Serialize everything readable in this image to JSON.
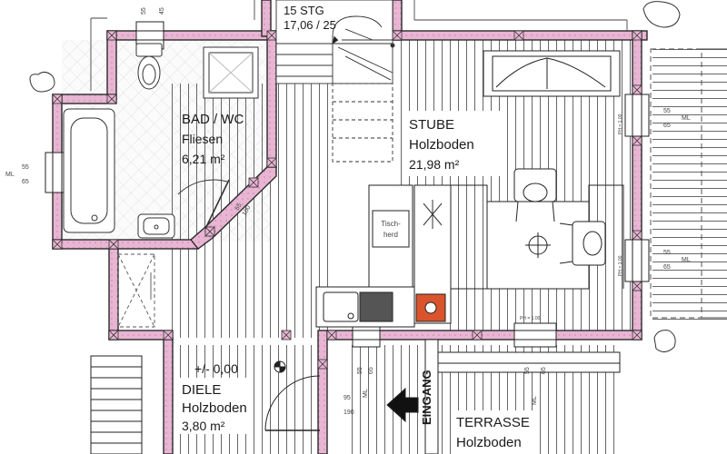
{
  "stairs": {
    "count": "15 STG",
    "ratio": "17,06 / 25"
  },
  "rooms": {
    "bad": {
      "name": "BAD / WC",
      "floor": "Fliesen",
      "area": "6,21 m²"
    },
    "stube": {
      "name": "STUBE",
      "floor": "Holzboden",
      "area": "21,98 m²"
    },
    "diele": {
      "name": "DIELE",
      "floor": "Holzboden",
      "area": "3,80 m²"
    },
    "terrasse": {
      "name": "TERRASSE",
      "floor": "Holzboden"
    }
  },
  "stove": {
    "line1": "Tisch-",
    "line2": "herd"
  },
  "level": "+/- 0,00",
  "entrance": "EINGANG",
  "dims": {
    "top": [
      "55",
      "45"
    ],
    "right_upper": [
      "55",
      "65"
    ],
    "right_lower": [
      "55",
      "65"
    ],
    "left": [
      "55",
      "65"
    ],
    "ml": "ML",
    "bath_door": [
      "55",
      "100"
    ],
    "entry_door": [
      "95",
      "190"
    ],
    "entry_top": [
      "55",
      "65"
    ],
    "terrace_win": [
      "55",
      "65"
    ],
    "ph_right_upper": "PH = 1.00",
    "ph_right_lower": "PH = 1.00",
    "ph_window": "PH = 1.00"
  },
  "colors": {
    "wall": "#e8b5d3",
    "wall_outline": "#2a2a2a",
    "lines": "#222222",
    "stove_hot": "#d9542c"
  }
}
